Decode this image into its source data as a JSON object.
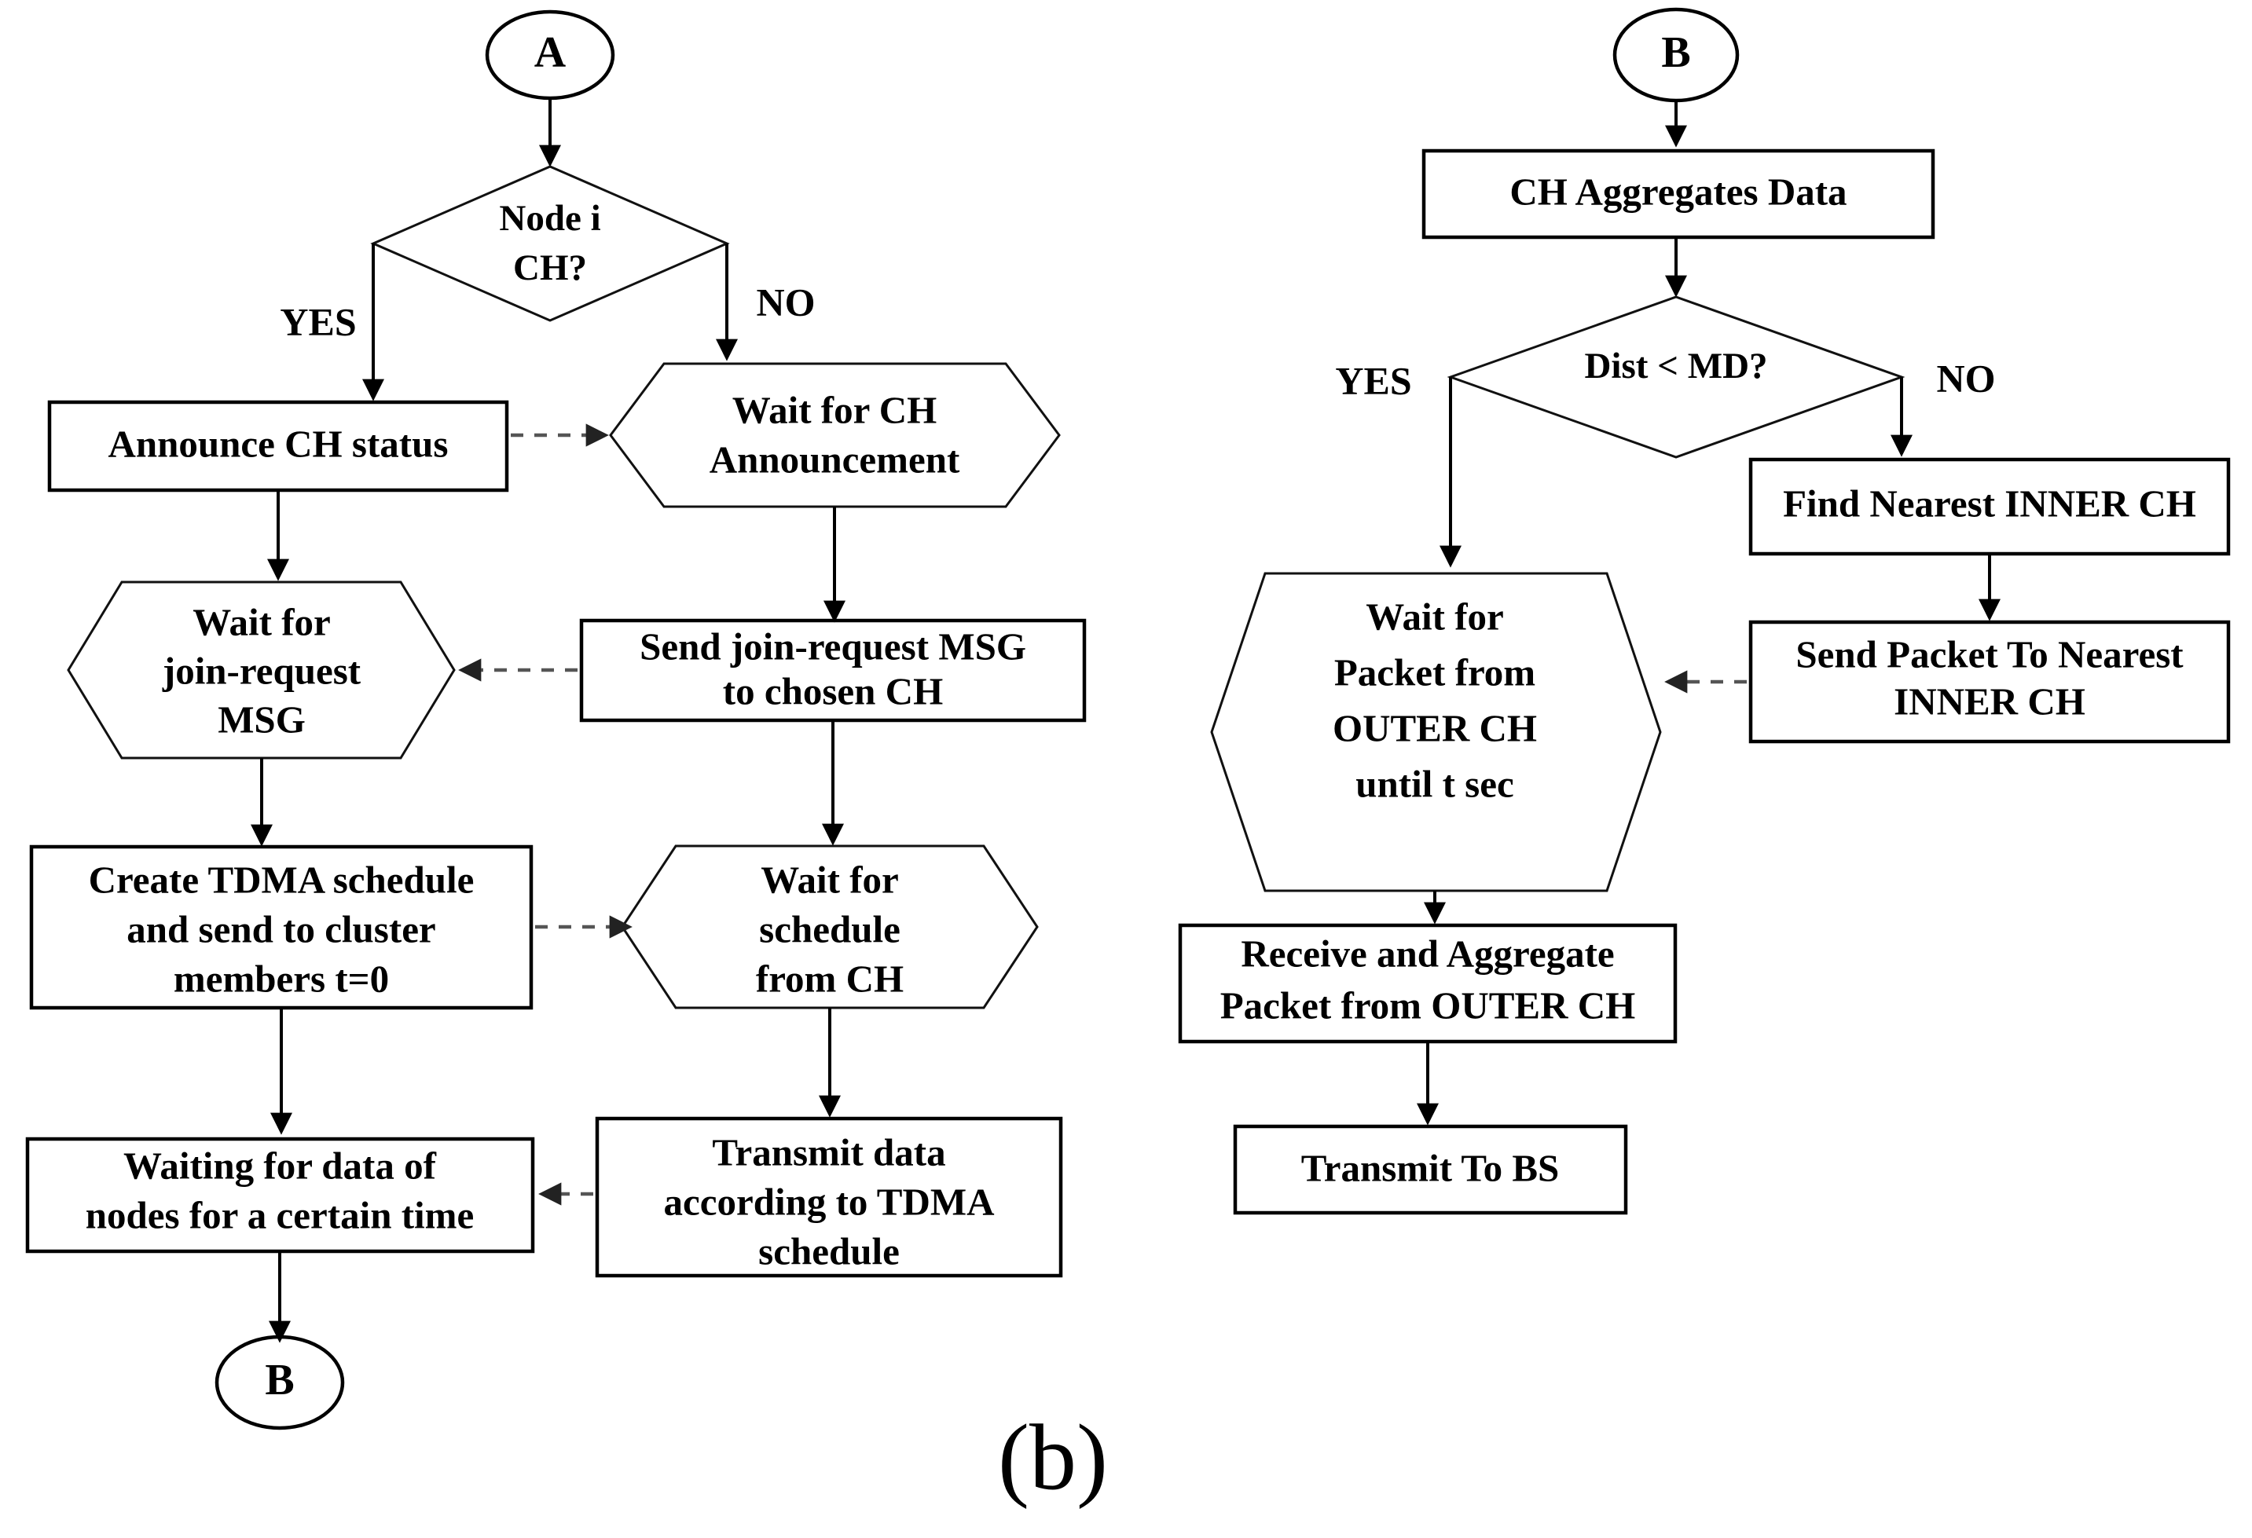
{
  "figure": {
    "caption": "(b)",
    "colors": {
      "terminator_fill": "#d2d2d2",
      "shape_fill": "#ffffff",
      "stroke": "#000000",
      "dashed_edge": "#555555"
    }
  },
  "left_flow": {
    "title": "Node clustering / TDMA setup branch",
    "start_terminator": {
      "label": "A",
      "shape": "ellipse"
    },
    "decision": {
      "label_line1": "Node i",
      "label_line2": "CH?",
      "shape": "diamond"
    },
    "branch_labels": {
      "yes": "YES",
      "no": "NO"
    },
    "yes_path": [
      {
        "id": "announce-ch-status",
        "shape": "rect",
        "lines": [
          "Announce CH status"
        ]
      },
      {
        "id": "wait-join-request-msg",
        "shape": "hexagon",
        "lines": [
          "Wait for",
          "join-request",
          "MSG"
        ]
      },
      {
        "id": "create-tdma-schedule",
        "shape": "rect",
        "lines": [
          "Create TDMA schedule",
          "and send to cluster",
          "members t=0"
        ]
      },
      {
        "id": "waiting-for-data",
        "shape": "rect",
        "lines": [
          "Waiting for data of",
          "nodes for a certain time"
        ]
      }
    ],
    "no_path": [
      {
        "id": "wait-ch-announcement",
        "shape": "hexagon",
        "lines": [
          "Wait for CH",
          "Announcement"
        ]
      },
      {
        "id": "send-join-request",
        "shape": "rect",
        "lines": [
          "Send join-request MSG",
          "to chosen CH"
        ]
      },
      {
        "id": "wait-schedule-from-ch",
        "shape": "hexagon",
        "lines": [
          "Wait for",
          "schedule",
          "from CH"
        ]
      },
      {
        "id": "transmit-data-tdma",
        "shape": "rect",
        "lines": [
          "Transmit data",
          "according to TDMA",
          "schedule"
        ]
      }
    ],
    "end_terminator": {
      "label": "B",
      "shape": "ellipse"
    }
  },
  "right_flow": {
    "title": "CH aggregation and routing branch",
    "start_terminator": {
      "label": "B",
      "shape": "ellipse"
    },
    "aggregate_box": {
      "id": "ch-aggregates-data",
      "shape": "rect",
      "lines": [
        "CH Aggregates Data"
      ]
    },
    "decision": {
      "label": "Dist < MD?",
      "shape": "diamond"
    },
    "branch_labels": {
      "yes": "YES",
      "no": "NO"
    },
    "yes_path": [
      {
        "id": "wait-packet-outer-ch",
        "shape": "hexagon",
        "lines": [
          "Wait for",
          "Packet from",
          "OUTER CH",
          "until t sec"
        ]
      },
      {
        "id": "receive-aggregate-packet",
        "shape": "rect",
        "lines": [
          "Receive and Aggregate",
          "Packet from OUTER CH"
        ]
      },
      {
        "id": "transmit-to-bs",
        "shape": "rect",
        "lines": [
          "Transmit To BS"
        ]
      }
    ],
    "no_path": [
      {
        "id": "find-nearest-inner-ch",
        "shape": "rect",
        "lines": [
          "Find Nearest INNER CH"
        ]
      },
      {
        "id": "send-packet-nearest-inner-ch",
        "shape": "rect",
        "lines": [
          "Send Packet To Nearest",
          "INNER CH"
        ]
      }
    ]
  }
}
